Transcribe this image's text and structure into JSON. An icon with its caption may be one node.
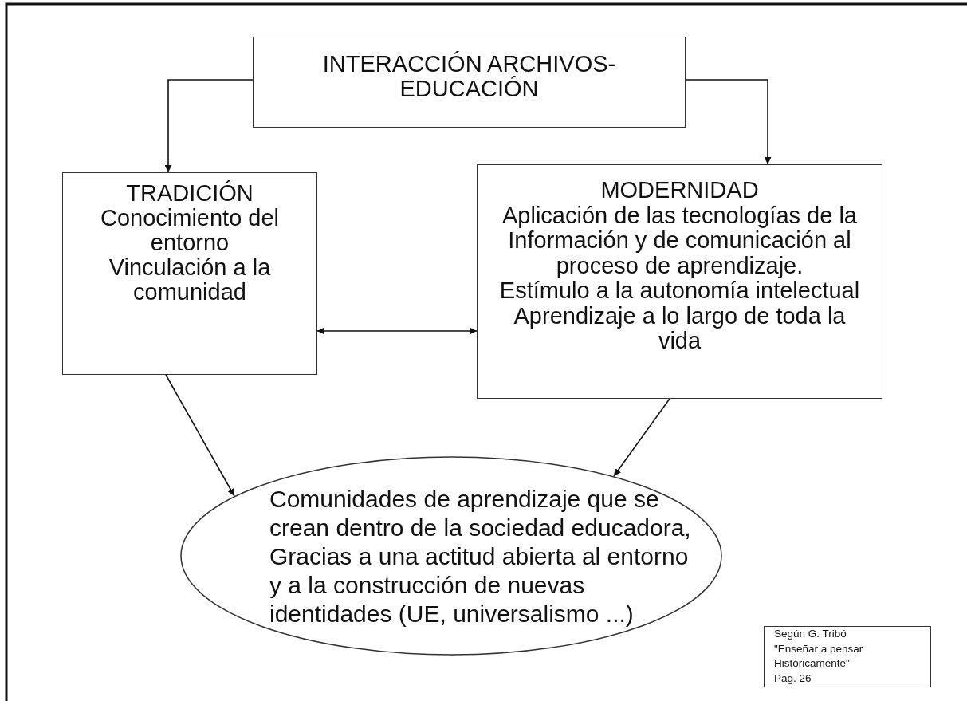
{
  "diagram": {
    "nodes": [
      {
        "text": [
          "INTERACCIÓN ARCHIVOS-EDUCACIÓN"
        ]
      },
      {
        "text": [
          "TRADICIÓN",
          "Conocimiento del entorno",
          "Vinculación a la comunidad"
        ]
      },
      {
        "text": [
          "MODERNIDAD",
          "Aplicación de las tecnologías de la Información y de comunicación al proceso de aprendizaje.",
          "Estímulo a la autonomía intelectual",
          "Aprendizaje a lo largo de toda la vida"
        ]
      },
      {
        "text": [
          "Comunidades de aprendizaje que se crean dentro de la sociedad educadora, Gracias a una actitud abierta al entorno y a la construcción de nuevas identidades (UE, universalismo ...)"
        ]
      },
      {
        "text": [
          "Según G. Tribó \"Enseñar a pensar Históricamente\" Pág. 26"
        ]
      }
    ],
    "edges": [
      {
        "from": 0,
        "to": 1,
        "arrow": "to"
      },
      {
        "from": 0,
        "to": 2,
        "arrow": "to"
      },
      {
        "from": 1,
        "to": 2,
        "arrow": "both"
      },
      {
        "from": 1,
        "to": 3,
        "arrow": "to"
      },
      {
        "from": 2,
        "to": 3,
        "arrow": "to"
      }
    ]
  }
}
